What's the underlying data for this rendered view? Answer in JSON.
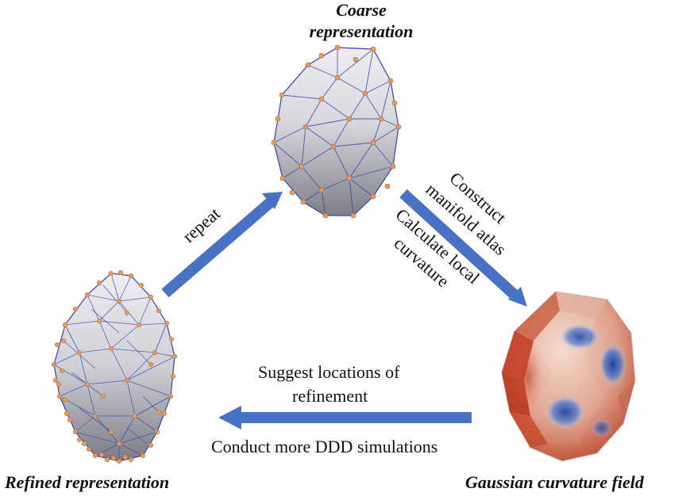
{
  "nodes": {
    "coarse": {
      "title_line1": "Coarse",
      "title_line2": "representation"
    },
    "refined": {
      "title": "Refined representation"
    },
    "gaussian": {
      "title": "Gaussian curvature field"
    }
  },
  "edges": {
    "repeat": {
      "label": "repeat"
    },
    "analyze": {
      "label_line1": "Construct",
      "label_line2": "manifold atlas",
      "label_line3": "Calculate local",
      "label_line4": "curvature"
    },
    "feedback": {
      "label_top_line1": "Suggest locations of",
      "label_top_line2": "refinement",
      "label_bottom": "Conduct more DDD simulations"
    }
  },
  "colors": {
    "arrow": "#4a72c4",
    "mesh_line": "#3b3fa8",
    "node_dot": "#e79a5a",
    "surface_light": "#e9e7ee",
    "surface_dark": "#8a8c92",
    "curv_red": "#c0381d",
    "curv_blue": "#2f57b0"
  }
}
